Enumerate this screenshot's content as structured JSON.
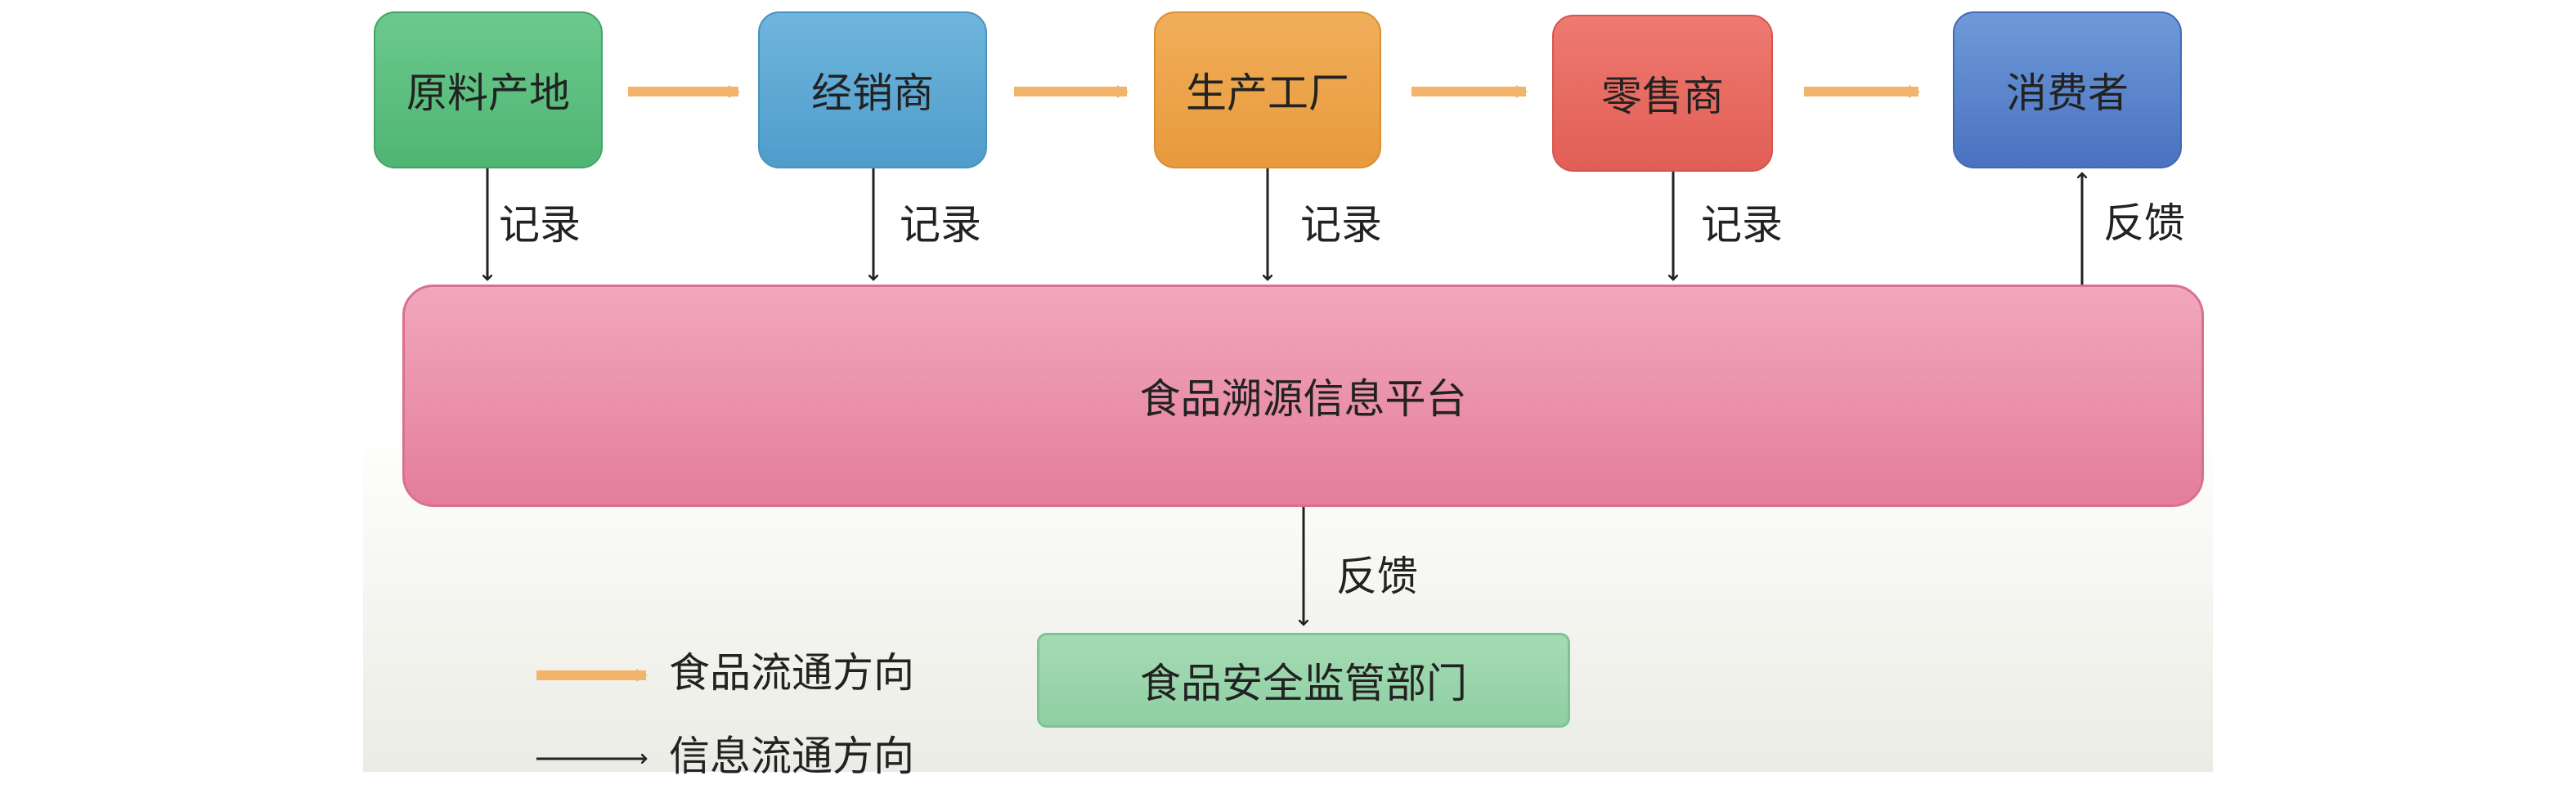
{
  "chain_nodes": [
    {
      "label": "原料产地",
      "color": "#5bbd7f"
    },
    {
      "label": "经销商",
      "color": "#5fa9d4"
    },
    {
      "label": "生产工厂",
      "color": "#eca44a"
    },
    {
      "label": "零售商",
      "color": "#e76a61"
    },
    {
      "label": "消费者",
      "color": "#5a85cc"
    }
  ],
  "platform": {
    "label": "食品溯源信息平台",
    "color": "#ea90ab"
  },
  "regulator": {
    "label": "食品安全监管部门",
    "color": "#99d4aa"
  },
  "edge_labels": {
    "record": "记录",
    "feedback": "反馈"
  },
  "legend": {
    "food_flow": "食品流通方向",
    "info_flow": "信息流通方向",
    "food_flow_color": "#f2b36b",
    "info_flow_color": "#222222"
  }
}
